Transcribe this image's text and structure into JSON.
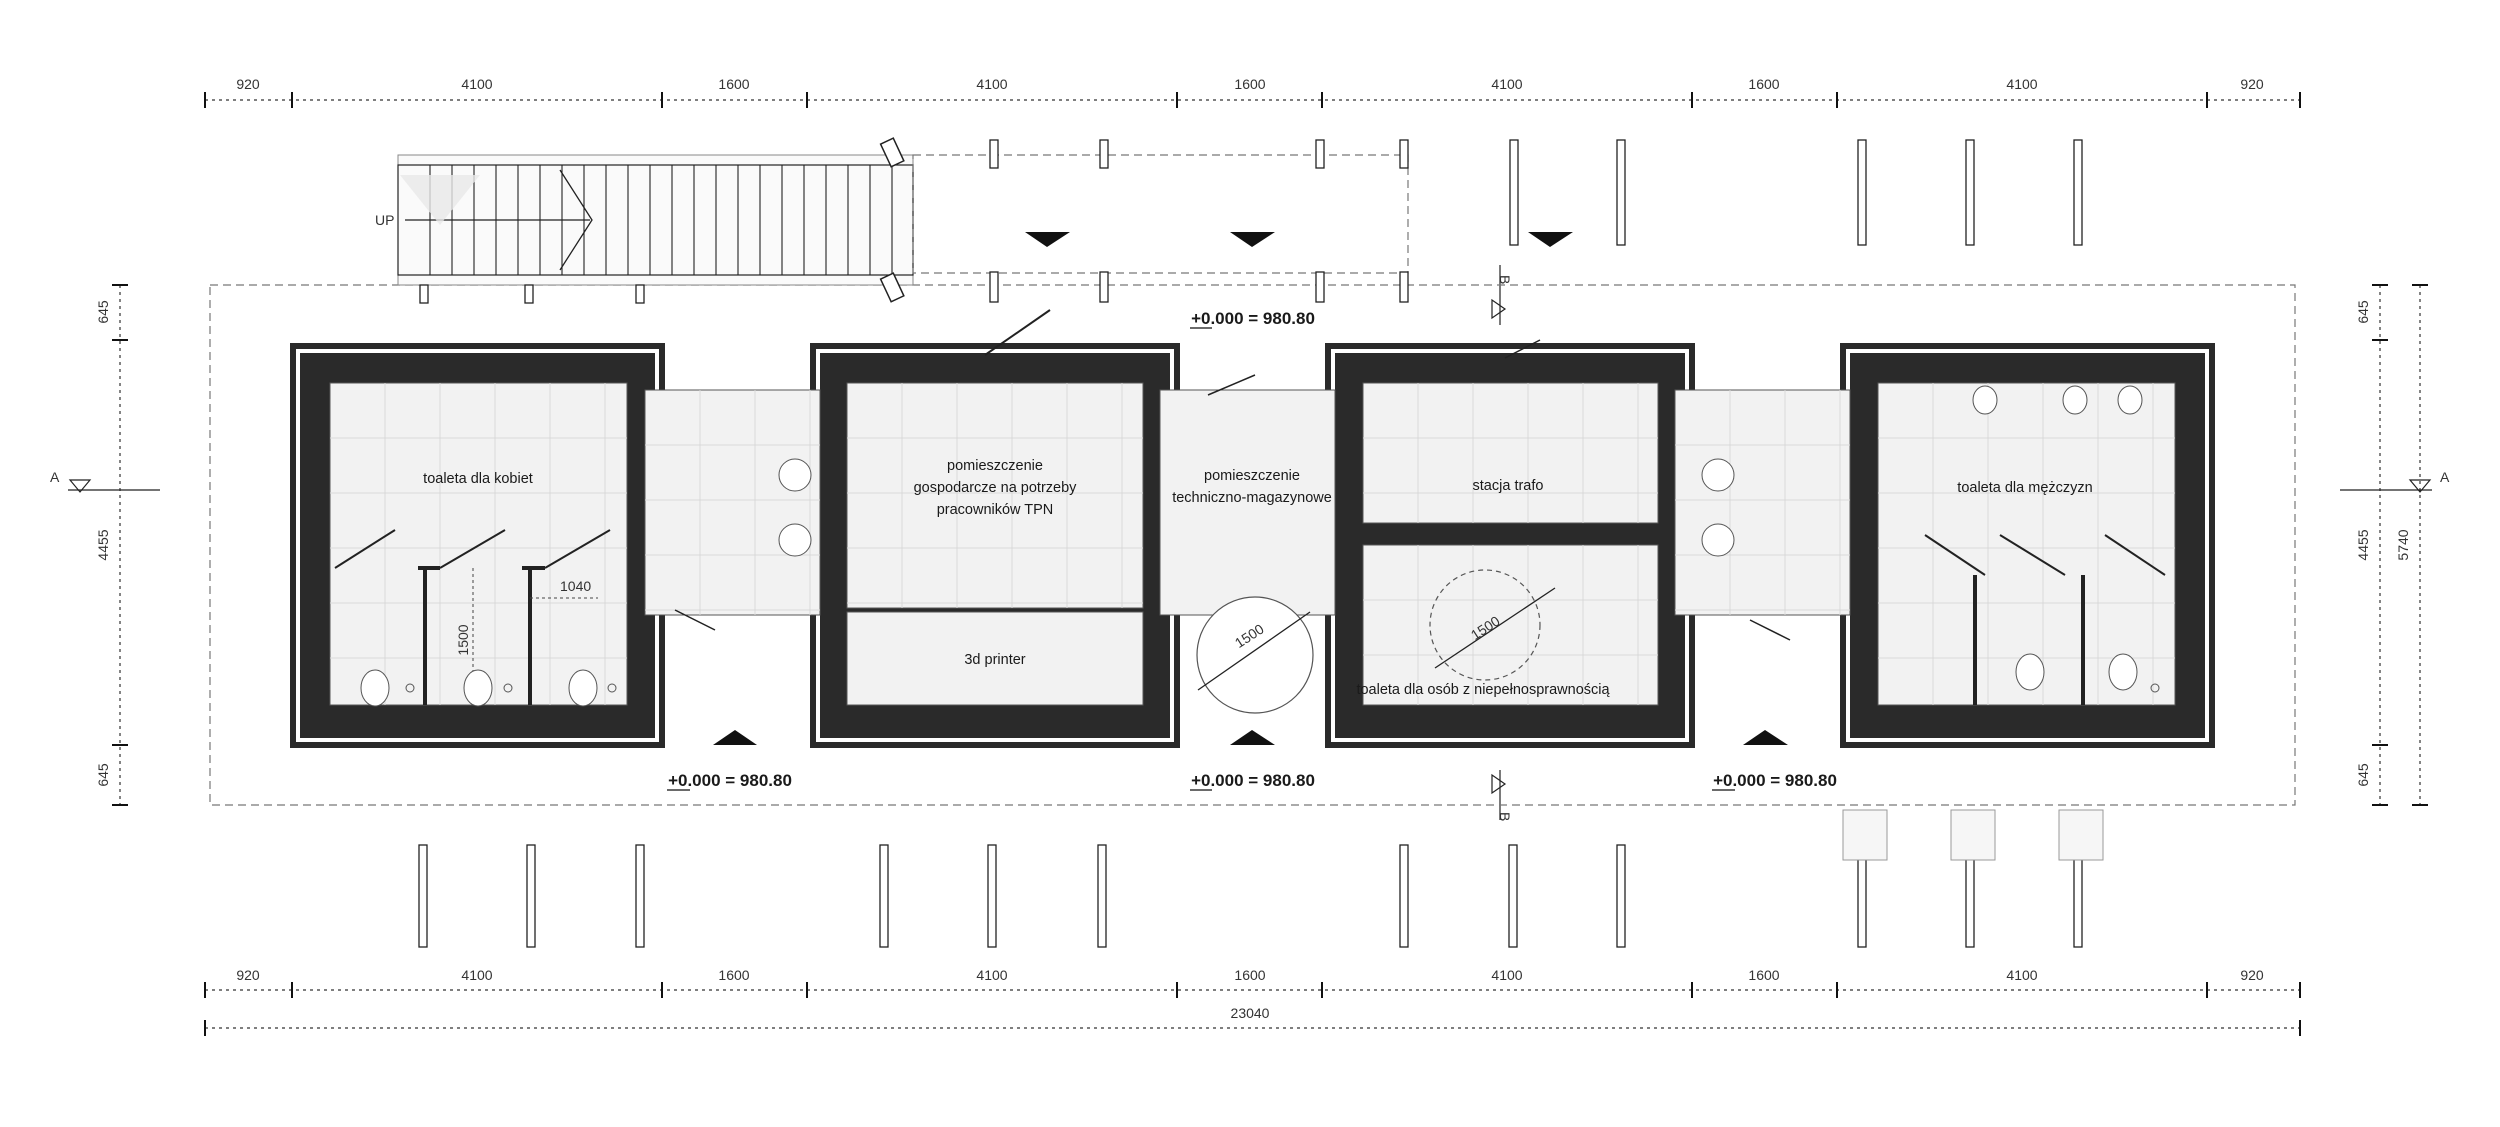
{
  "dimensions": {
    "top": [
      "920",
      "4100",
      "1600",
      "4100",
      "1600",
      "4100",
      "1600",
      "4100",
      "920"
    ],
    "bottom": [
      "920",
      "4100",
      "1600",
      "4100",
      "1600",
      "4100",
      "1600",
      "4100",
      "920"
    ],
    "total": "23040",
    "left": [
      "645",
      "4455",
      "645"
    ],
    "right_inner": [
      "645",
      "4455",
      "645"
    ],
    "right_outer": "5740",
    "interior": [
      "1040",
      "1500",
      "1500",
      "1500"
    ]
  },
  "rooms": {
    "women_toilet": "toaleta dla kobiet",
    "utility_line1": "pomieszczenie",
    "utility_line2": "gospodarcze  na potrzeby",
    "utility_line3": "pracowników TPN",
    "printer": "3d printer",
    "tech_line1": "pomieszczenie",
    "tech_line2": "techniczno-magazynowe",
    "trafo": "stacja trafo",
    "accessible_toilet": "toaleta dla osób z niepełnosprawnością",
    "men_toilet": "toaleta dla mężczyzn"
  },
  "levels": {
    "top_center": "+0.000 = 980.80",
    "bottom_left": "+0.000 = 980.80",
    "bottom_center": "+0.000 = 980.80",
    "bottom_right": "+0.000 = 980.80"
  },
  "sections": {
    "a": "A",
    "b": "B"
  },
  "stair_label": "UP"
}
